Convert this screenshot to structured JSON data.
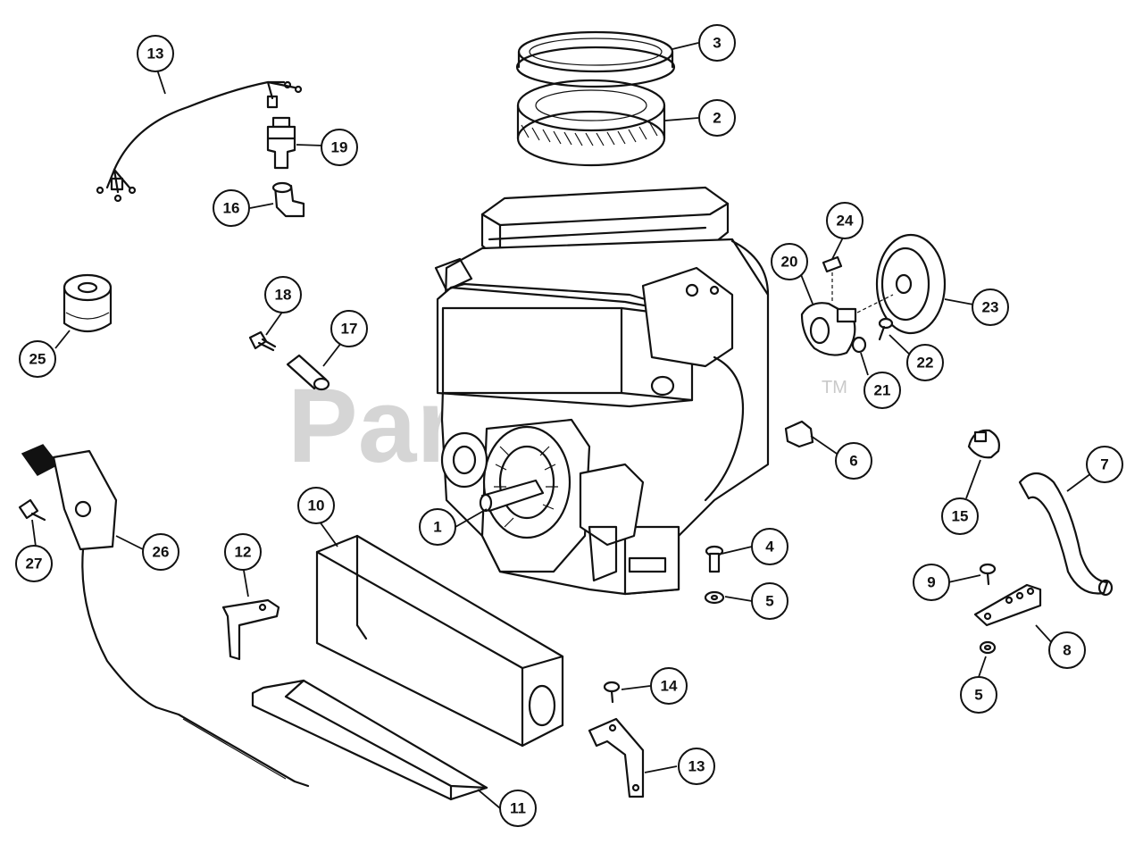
{
  "watermark": {
    "text": "PartsTree",
    "trademark": "TM"
  },
  "callouts": [
    {
      "id": "c1",
      "label": "1"
    },
    {
      "id": "c2",
      "label": "2"
    },
    {
      "id": "c3",
      "label": "3"
    },
    {
      "id": "c4",
      "label": "4"
    },
    {
      "id": "c5a",
      "label": "5"
    },
    {
      "id": "c5b",
      "label": "5"
    },
    {
      "id": "c6",
      "label": "6"
    },
    {
      "id": "c7",
      "label": "7"
    },
    {
      "id": "c8",
      "label": "8"
    },
    {
      "id": "c9",
      "label": "9"
    },
    {
      "id": "c10",
      "label": "10"
    },
    {
      "id": "c11",
      "label": "11"
    },
    {
      "id": "c12",
      "label": "12"
    },
    {
      "id": "c13a",
      "label": "13"
    },
    {
      "id": "c13b",
      "label": "13"
    },
    {
      "id": "c14",
      "label": "14"
    },
    {
      "id": "c15",
      "label": "15"
    },
    {
      "id": "c16",
      "label": "16"
    },
    {
      "id": "c17",
      "label": "17"
    },
    {
      "id": "c18",
      "label": "18"
    },
    {
      "id": "c19",
      "label": "19"
    },
    {
      "id": "c20",
      "label": "20"
    },
    {
      "id": "c21",
      "label": "21"
    },
    {
      "id": "c22",
      "label": "22"
    },
    {
      "id": "c23",
      "label": "23"
    },
    {
      "id": "c24",
      "label": "24"
    },
    {
      "id": "c25",
      "label": "25"
    },
    {
      "id": "c26",
      "label": "26"
    },
    {
      "id": "c27",
      "label": "27"
    }
  ]
}
